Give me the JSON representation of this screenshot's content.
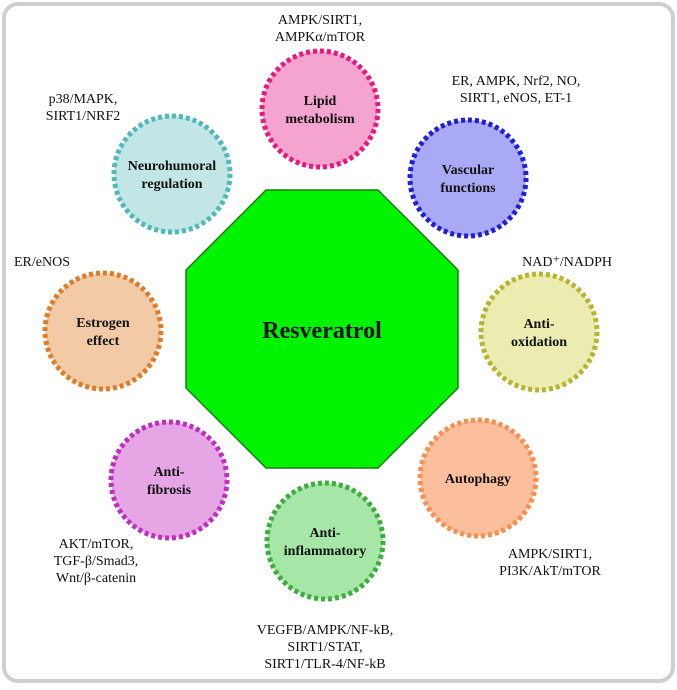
{
  "center": {
    "label": "Resveratrol",
    "fill": "#00f300",
    "stroke": "#1e7b10"
  },
  "frame": {
    "stroke": "#cfcfcf"
  },
  "nodes": [
    {
      "id": "lipid-metabolism",
      "lines": [
        "Lipid",
        "metabolism"
      ],
      "fill": "#f5a3cf",
      "stroke": "#e6197e",
      "pathways": [
        "AMPK/SIRT1,",
        "AMPKα/mTOR"
      ]
    },
    {
      "id": "vascular-functions",
      "lines": [
        "Vascular",
        "functions"
      ],
      "fill": "#a9a9f5",
      "stroke": "#1f1fd8",
      "pathways": [
        "ER, AMPK, Nrf2, NO,",
        "SIRT1, eNOS, ET-1"
      ]
    },
    {
      "id": "anti-oxidation",
      "lines": [
        "Anti-",
        "oxidation"
      ],
      "fill": "#ecebb0",
      "stroke": "#b6b530",
      "pathways": [
        "NAD⁺/NADPH"
      ]
    },
    {
      "id": "autophagy",
      "lines": [
        "Autophagy"
      ],
      "fill": "#fbbf9e",
      "stroke": "#f78f4f",
      "pathways": [
        "AMPK/SIRT1,",
        "PI3K/AkT/mTOR"
      ]
    },
    {
      "id": "anti-inflammatory",
      "lines": [
        "Anti-",
        "inflammatory"
      ],
      "fill": "#a6e6a6",
      "stroke": "#3cae3c",
      "pathways": [
        "VEGFB/AMPK/NF-kB,",
        "SIRT1/STAT,",
        "SIRT1/TLR-4/NF-kB"
      ]
    },
    {
      "id": "anti-fibrosis",
      "lines": [
        "Anti-",
        "fibrosis"
      ],
      "fill": "#e6a6e6",
      "stroke": "#bf2ebf",
      "pathways": [
        "AKT/mTOR,",
        "TGF-β/Smad3,",
        "Wnt/β-catenin"
      ]
    },
    {
      "id": "estrogen-effect",
      "lines": [
        "Estrogen",
        "effect"
      ],
      "fill": "#f2cba6",
      "stroke": "#e07b2a",
      "pathways": [
        "ER/eNOS"
      ]
    },
    {
      "id": "neurohumoral-regulation",
      "lines": [
        "Neurohumoral",
        "regulation"
      ],
      "fill": "#c2e6e6",
      "stroke": "#4fb8b8",
      "pathways": [
        "p38/MAPK,",
        "SIRT1/NRF2"
      ]
    }
  ]
}
